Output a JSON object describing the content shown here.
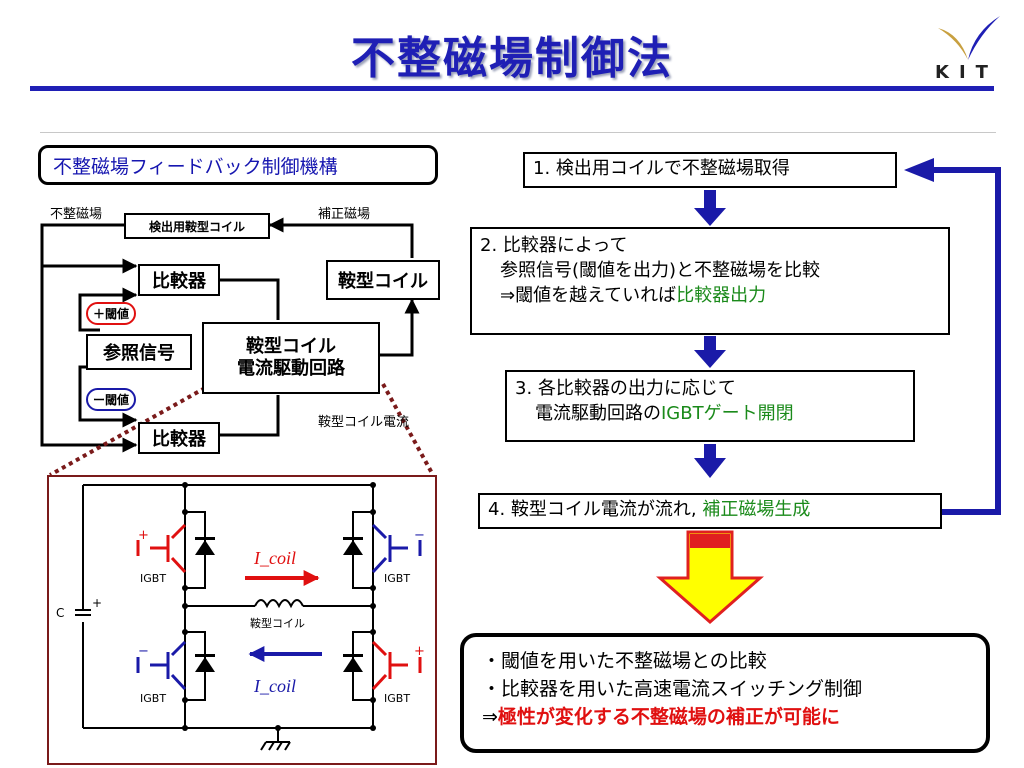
{
  "title": "不整磁場制御法",
  "logo": {
    "text": "KIT",
    "colors": [
      "#c8a040",
      "#1f1fb5"
    ]
  },
  "diagram": {
    "heading": "不整磁場フィードバック制御機構",
    "labels": {
      "field_left": "不整磁場",
      "field_right": "補正磁場",
      "coil_current": "鞍型コイル電流"
    },
    "blocks": {
      "detect_coil": "検出用鞍型コイル",
      "comparator_top": "比較器",
      "comparator_bottom": "比較器",
      "saddle_coil": "鞍型コイル",
      "reference": "参照信号",
      "drive_line1": "鞍型コイル",
      "drive_line2": "電流駆動回路"
    },
    "thresholds": {
      "plus": "＋閾値",
      "minus": "ー閾値"
    }
  },
  "circuit": {
    "igbt_label": "IGBT",
    "coil_label": "鞍型コイル",
    "capacitor_label": "C",
    "current_label": "I_coil",
    "plus": "+",
    "minus": "−"
  },
  "flow": {
    "step1": "1. 検出用コイルで不整磁場取得",
    "step2_line1": "2. 比較器によって",
    "step2_line2": "参照信号(閾値を出力)と不整磁場を比較",
    "step2_line3_prefix": "⇒閾値を越えていれば",
    "step2_line3_highlight": "比較器出力",
    "step3_line1": "3. 各比較器の出力に応じて",
    "step3_line2_prefix": "電流駆動回路の",
    "step3_line2_highlight": "IGBTゲート開閉",
    "step4_prefix": "4. 鞍型コイル電流が流れ, ",
    "step4_highlight": "補正磁場生成"
  },
  "summary": {
    "line1": "・閾値を用いた不整磁場との比較",
    "line2": "・比較器を用いた高速電流スイッチング制御",
    "line3_prefix": "⇒",
    "line3_highlight": "極性が変化する不整磁場の補正が可能に"
  },
  "colors": {
    "title_blue": "#1f1fb5",
    "accent_green": "#1a8a1a",
    "accent_red": "#e01010",
    "arrow_blue": "#1a1aa8",
    "big_arrow_fill": "#ffff00",
    "big_arrow_outline": "#e02020"
  }
}
